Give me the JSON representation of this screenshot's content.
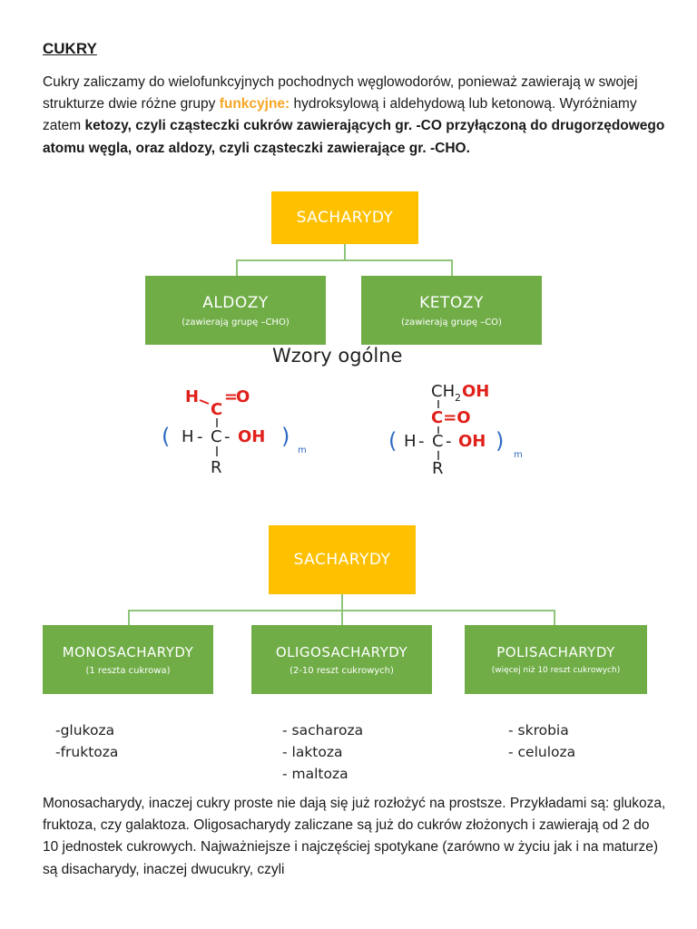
{
  "doc": {
    "title": "CUKRY",
    "p1": {
      "a": "Cukry zaliczamy do wielofunkcyjnych pochodnych węglowodorów, ponieważ zawierają w swojej strukturze dwie różne grupy ",
      "b": "funkcyjne:",
      "c": " hydroksylową i aldehydową lub ketonową. Wyróżniamy zatem ",
      "d": "ketozy, czyli cząsteczki cukrów zawierających gr. -CO przyłączoną do drugorzędowego atomu węgla, oraz aldozy, czyli cząsteczki zawierające gr. -CHO."
    },
    "p2": "Monosacharydy, inaczej cukry proste nie dają się już rozłożyć na prostsze. Przykładami są: glukoza, fruktoza, czy galaktoza. Oligosacharydy zaliczane są już do cukrów złożonych i zawierają od 2 do 10 jednostek cukrowych. Najważniejsze i najczęściej spotykane (zarówno w życiu jak i na maturze) są disacharydy, inaczej dwucukry, czyli"
  },
  "diagram1": {
    "root": "SACHARYDY",
    "children": [
      {
        "label": "ALDOZY",
        "sub": "(zawierają grupę –CHO)"
      },
      {
        "label": "KETOZY",
        "sub": "(zawierają grupę –CO)"
      }
    ],
    "heading": "Wzory ogólne",
    "formula": {
      "h": "H",
      "c": "C",
      "o": "O",
      "eq": "=",
      "ch2": "CH",
      "two": "2",
      "oh": "OH",
      "r": "R",
      "m": "m",
      "lbr": "(",
      "rbr": ")",
      "dash": "-",
      "co": "C=O"
    }
  },
  "diagram2": {
    "root": "SACHARYDY",
    "children": [
      {
        "label": "MONOSACHARYDY",
        "sub": "(1 reszta cukrowa)",
        "items": [
          "-glukoza",
          "-fruktoza"
        ]
      },
      {
        "label": "OLIGOSACHARYDY",
        "sub": "(2-10 reszt cukrowych)",
        "items": [
          "- sacharoza",
          "- laktoza",
          "- maltoza"
        ]
      },
      {
        "label": "POLISACHARYDY",
        "sub": "(więcej niż 10 reszt cukrowych)",
        "items": [
          "- skrobia",
          "- celuloza"
        ]
      }
    ]
  },
  "colors": {
    "yellow": "#ffc000",
    "green": "#70ad47",
    "highlight": "#f5a623",
    "red": "#e0201a",
    "blue": "#2e6bc4"
  }
}
